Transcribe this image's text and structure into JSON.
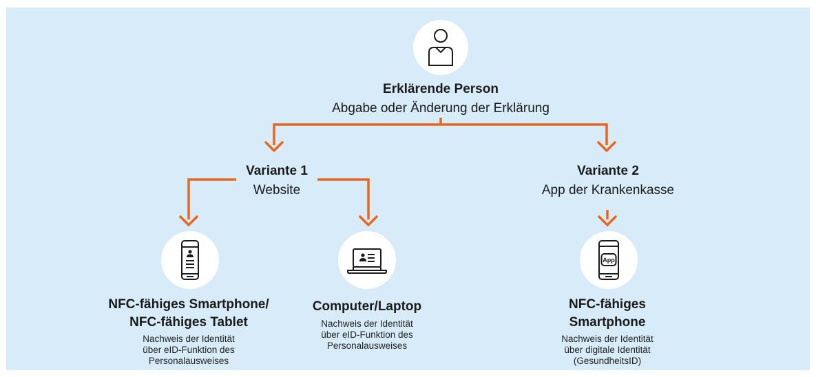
{
  "root": {
    "title": "Erklärende Person",
    "subtitle": "Abgabe oder Änderung der Erklärung",
    "icon": "person-icon"
  },
  "variant1": {
    "title": "Variante 1",
    "subtitle": "Website"
  },
  "variant2": {
    "title": "Variante 2",
    "subtitle": "App der Krankenkasse"
  },
  "leaves": {
    "nfc_tablet": {
      "title_line1": "NFC-fähiges Smartphone/",
      "title_line2": "NFC-fähiges Tablet",
      "desc_line1": "Nachweis der Identität",
      "desc_line2": "über eID-Funktion des",
      "desc_line3": "Personalausweises",
      "icon": "smartphone-id-icon"
    },
    "computer": {
      "title": "Computer/Laptop",
      "desc_line1": "Nachweis der Identität",
      "desc_line2": "über eID-Funktion des",
      "desc_line3": "Personalausweises",
      "icon": "laptop-id-icon"
    },
    "nfc_smartphone": {
      "title_line1": "NFC-fähiges",
      "title_line2": "Smartphone",
      "desc_line1": "Nachweis der Identität",
      "desc_line2": "über digitale Identität",
      "desc_line3": "(GesundheitsID)",
      "icon": "smartphone-app-icon",
      "app_label": "App"
    }
  },
  "colors": {
    "background": "#d7ecf8",
    "arrow": "#e8661e",
    "node_fill": "#ffffff",
    "icon_stroke": "#1a1a1a"
  }
}
